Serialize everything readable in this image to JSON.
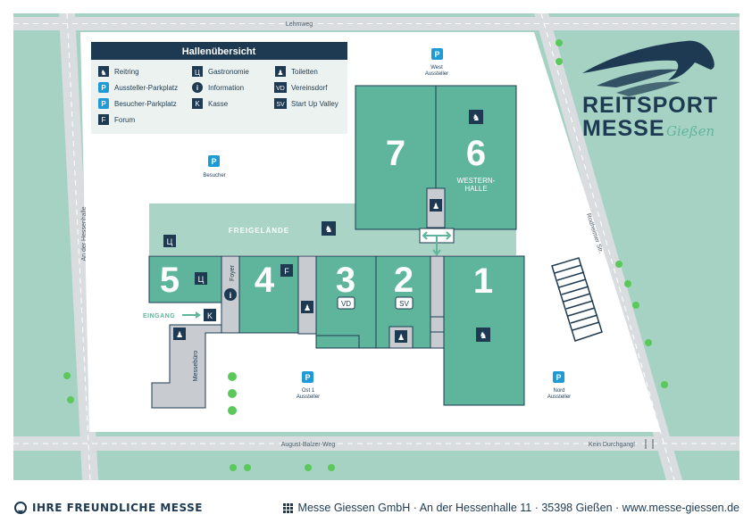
{
  "streets": {
    "north": "Lehmweg",
    "west": "An der Hessenhalle",
    "south": "August-Balzer-Weg",
    "east": "Rodheimer Str.",
    "no_through": "Kein Durchgang!"
  },
  "legend": {
    "title": "Hallenübersicht",
    "items": [
      {
        "icon": "horse-icon",
        "label": "Reitring"
      },
      {
        "icon": "P",
        "label": "Aussteller-Parkplatz"
      },
      {
        "icon": "P",
        "label": "Besucher-Parkplatz"
      },
      {
        "icon": "F",
        "label": "Forum"
      },
      {
        "icon": "cutlery-icon",
        "label": "Gastronomie"
      },
      {
        "icon": "i",
        "label": "Information"
      },
      {
        "icon": "K",
        "label": "Kasse"
      },
      {
        "icon": "restroom-icon",
        "label": "Toiletten"
      },
      {
        "icon": "VD",
        "label": "Vereinsdorf"
      },
      {
        "icon": "SV",
        "label": "Start Up Valley"
      }
    ]
  },
  "halls": {
    "h1": "1",
    "h2": "2",
    "h3": "3",
    "h4": "4",
    "h5": "5",
    "h6": "6",
    "h7": "7",
    "western_line1": "WESTERN-",
    "western_line2": "HALLE"
  },
  "badges": {
    "forum": "F",
    "vd": "VD",
    "sv": "SV",
    "kasse": "K",
    "info": "i"
  },
  "areas": {
    "freigelaende": "FREIGELÄNDE",
    "foyer": "Foyer",
    "messebuero": "Messebüro",
    "eingang": "EINGANG"
  },
  "parking": {
    "symbol": "P",
    "west_line1": "West",
    "west_line2": "Aussteller",
    "besucher": "Besucher",
    "ost_line1": "Ost 1",
    "ost_line2": "Aussteller",
    "nord_line1": "Nord",
    "nord_line2": "Aussteller"
  },
  "logo": {
    "line1": "REITSPORT",
    "line2": "MESSE",
    "script": "Gießen"
  },
  "footer": {
    "slogan": "IHRE FREUNDLICHE MESSE",
    "address": "Messe Giessen GmbH · An der Hessenhalle 11 · 35398 Gießen · www.messe-giessen.de"
  },
  "colors": {
    "hall": "#5fb59b",
    "freigelaende": "#a9d4c6",
    "outer": "#a6d2c3",
    "navy": "#1d3a52",
    "parking_blue": "#1e9ad6",
    "road": "#d9dde0",
    "building_gray": "#c8ccd0"
  }
}
